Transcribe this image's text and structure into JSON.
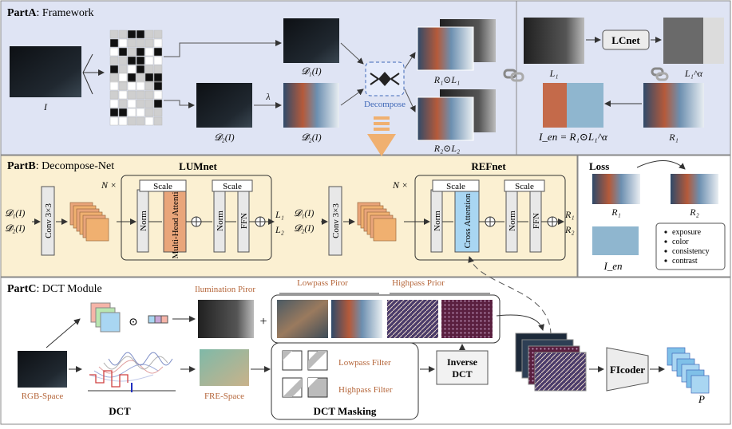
{
  "partA": {
    "prefix": "PartA",
    "title": ": Framework",
    "input_label": "I",
    "d1_label": "𝓓₁(I)",
    "d2_label": "𝓓₂(I)",
    "d2bar_label": "𝓓̄₂(I)",
    "lambda_label": "λ",
    "decompose_label": "Decompose",
    "r1l1_label": "R₁⊙L₁",
    "r2l2_label": "R₂⊙L₂",
    "l1_label": "L₁",
    "lcnet_label": "LCnet",
    "l1alpha_label": "L₁^α",
    "r1_label": "R₁",
    "ien_label": "I_en = R₁⊙L₁^α"
  },
  "partB": {
    "prefix": "PartB",
    "title": ": Decompose-Net",
    "lumnet_label": "LUMnet",
    "refnet_label": "REFnet",
    "n_label": "N ×",
    "input1": "𝓓₁(I)",
    "input2": "𝓓̄₂(I)",
    "conv_label": "Conv 3×3",
    "norm_label": "Norm",
    "scale_label": "Scale",
    "mha_label": "Multi-Head Attention",
    "ca_label": "Cross Attention",
    "ffn_label": "FFN",
    "out_l1": "L₁",
    "out_l2": "L₂",
    "out_r1": "R₁",
    "out_r2": "R₂",
    "loss": {
      "title": "Loss",
      "r1_label": "R₁",
      "r2_label": "R₂",
      "ien_label": "I_en",
      "items": [
        "exposure",
        "color",
        "consistency",
        "contrast"
      ]
    }
  },
  "partC": {
    "prefix": "PartC",
    "title": ": DCT Module",
    "illum_prior": "Ilumination Piror",
    "lowpass_prior": "Lowpass Piror",
    "highpass_prior": "Highpass Prior",
    "rgb_space": "RGB-Space",
    "dct_label": "DCT",
    "fre_space": "FRE-Space",
    "lowpass_filter": "Lowpass Filter",
    "highpass_filter": "Highpass Filter",
    "dct_masking": "DCT  Masking",
    "inverse_dct_1": "Inverse",
    "inverse_dct_2": "DCT",
    "ficoder": "FIcoder",
    "p_label": "P"
  },
  "colors": {
    "partA_bg": "#dfe4f4",
    "partB_bg": "#fbf0d2",
    "mha_fill": "#e9a57a",
    "ca_fill": "#a9d6f2",
    "accent_orange": "#b5663a",
    "accent_blue": "#3f68b8"
  }
}
